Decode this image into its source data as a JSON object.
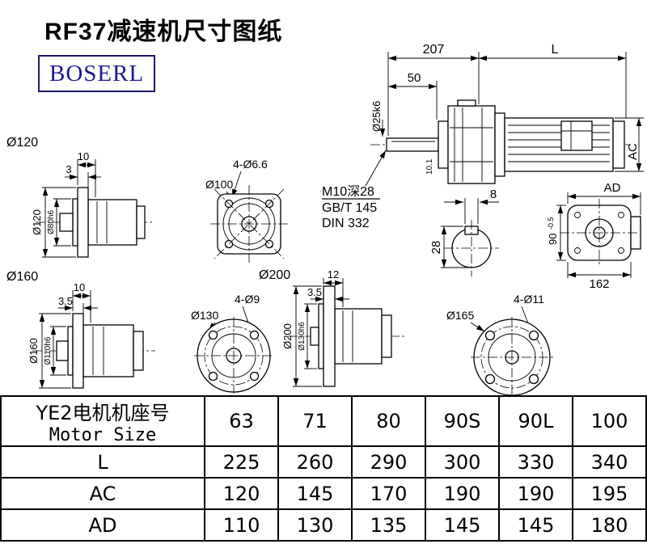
{
  "page": {
    "title": "RF37减速机尺寸图纸",
    "logo": "BOSERL"
  },
  "main_view": {
    "dim_207": "207",
    "dim_L": "L",
    "dim_50": "50",
    "shaft_dia": "Ø25k6",
    "dim_ac": "AC",
    "dim_101": "10.1",
    "thread_note": "M10深28",
    "standard_1": "GB/T 145",
    "standard_2": "DIN 332"
  },
  "shaft_section": {
    "dim_width": "8",
    "dim_height": "28"
  },
  "rear_view": {
    "dim_ad": "AD",
    "dim_90": "90",
    "dim_90_tol": "-0.5",
    "dim_162": "162"
  },
  "unit_120": {
    "label": "Ø120",
    "dim_10": "10",
    "dim_3": "3",
    "dia_outer": "Ø120",
    "dia_spigot": "Ø80h6"
  },
  "flange_100": {
    "dia": "Ø100",
    "holes": "4-Ø6.6"
  },
  "unit_160": {
    "label": "Ø160",
    "dim_10": "10",
    "dim_35": "3.5",
    "dia_outer": "Ø160",
    "dia_spigot": "Ø110h6"
  },
  "flange_130": {
    "dia": "Ø130",
    "holes": "4-Ø9"
  },
  "unit_200": {
    "label": "Ø200",
    "dim_12": "12",
    "dim_35": "3.5",
    "dia_outer": "Ø200",
    "dia_spigot": "Ø130h6"
  },
  "flange_165": {
    "dia": "Ø165",
    "holes": "4-Ø11"
  },
  "table": {
    "header_cn": "YE2电机机座号",
    "header_en": "Motor Size",
    "sizes": [
      "63",
      "71",
      "80",
      "90S",
      "90L",
      "100"
    ],
    "rows": [
      {
        "label": "L",
        "values": [
          "225",
          "260",
          "290",
          "300",
          "330",
          "340"
        ]
      },
      {
        "label": "AC",
        "values": [
          "120",
          "145",
          "170",
          "190",
          "190",
          "195"
        ]
      },
      {
        "label": "AD",
        "values": [
          "110",
          "130",
          "135",
          "145",
          "145",
          "180"
        ]
      }
    ]
  }
}
